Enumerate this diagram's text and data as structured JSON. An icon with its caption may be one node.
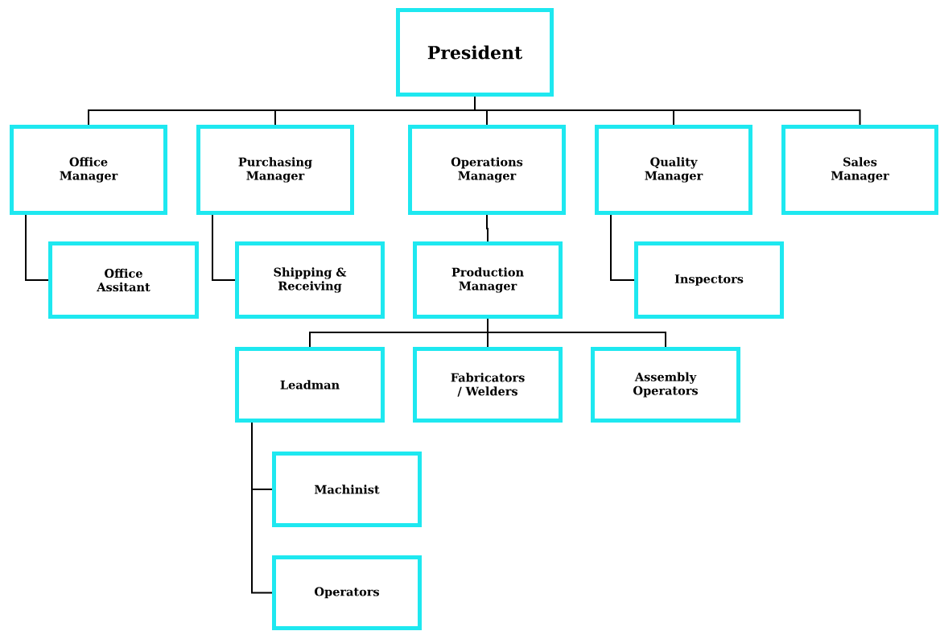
{
  "diagram": {
    "nodes": [
      {
        "text": [
          "President"
        ]
      },
      {
        "text": [
          "Office Manager"
        ]
      },
      {
        "text": [
          "Purchasing Manager"
        ]
      },
      {
        "text": [
          "Operations Manager"
        ]
      },
      {
        "text": [
          "Quality Manager"
        ]
      },
      {
        "text": [
          "Sales Manager"
        ]
      },
      {
        "text": [
          "Office Assitant"
        ]
      },
      {
        "text": [
          "Shipping & Receiving"
        ]
      },
      {
        "text": [
          "Production Manager"
        ]
      },
      {
        "text": [
          "Inspectors"
        ]
      },
      {
        "text": [
          "Leadman"
        ]
      },
      {
        "text": [
          "Fabricators / Welders"
        ]
      },
      {
        "text": [
          "Assembly Operators"
        ]
      },
      {
        "text": [
          "Machinist"
        ]
      },
      {
        "text": [
          "Operators"
        ]
      }
    ],
    "edges": [
      {
        "from": 0,
        "to": 1,
        "arrow": "none"
      },
      {
        "from": 0,
        "to": 2,
        "arrow": "none"
      },
      {
        "from": 0,
        "to": 3,
        "arrow": "none"
      },
      {
        "from": 0,
        "to": 4,
        "arrow": "none"
      },
      {
        "from": 0,
        "to": 5,
        "arrow": "none"
      },
      {
        "from": 1,
        "to": 6,
        "arrow": "none"
      },
      {
        "from": 2,
        "to": 7,
        "arrow": "none"
      },
      {
        "from": 3,
        "to": 8,
        "arrow": "none"
      },
      {
        "from": 4,
        "to": 9,
        "arrow": "none"
      },
      {
        "from": 8,
        "to": 10,
        "arrow": "none"
      },
      {
        "from": 8,
        "to": 11,
        "arrow": "none"
      },
      {
        "from": 8,
        "to": 12,
        "arrow": "none"
      },
      {
        "from": 10,
        "to": 13,
        "arrow": "none"
      },
      {
        "from": 10,
        "to": 14,
        "arrow": "none"
      }
    ]
  }
}
